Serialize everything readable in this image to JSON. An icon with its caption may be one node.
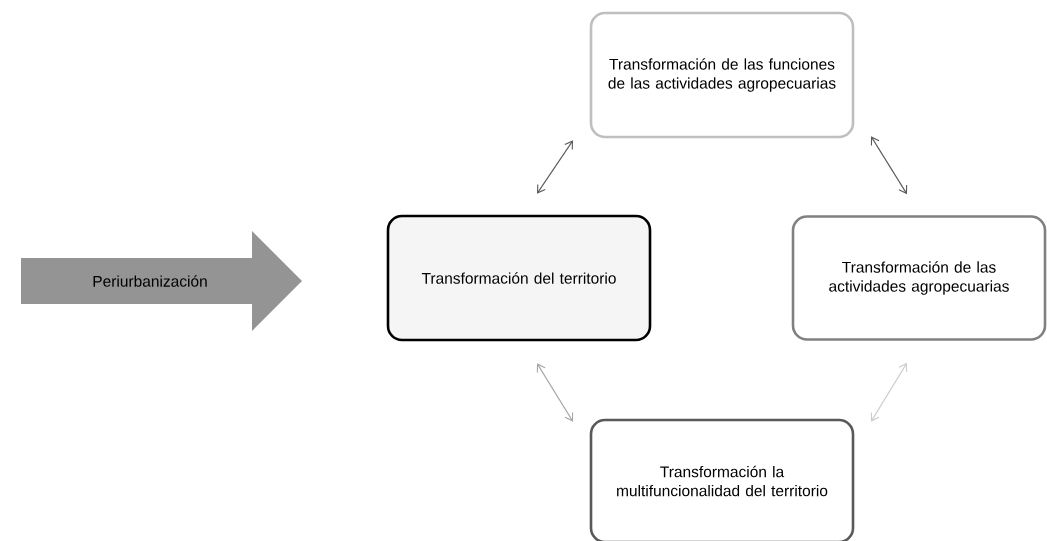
{
  "diagram": {
    "nodes": [
      {
        "text": [
          "Periurbanización"
        ]
      },
      {
        "text": [
          "Transformación del territorio"
        ]
      },
      {
        "text": [
          "Transformación de las funciones de las actividades agropecuarias"
        ]
      },
      {
        "text": [
          "Transformación de las actividades agropecuarias"
        ]
      },
      {
        "text": [
          "Transformación la multifuncionalidad del territorio"
        ]
      }
    ],
    "edges": [
      {
        "from": 1,
        "to": 2,
        "arrow": "both",
        "color": "#595959"
      },
      {
        "from": 2,
        "to": 3,
        "arrow": "both",
        "color": "#595959"
      },
      {
        "from": 1,
        "to": 4,
        "arrow": "both",
        "color": "#a6a6a6"
      },
      {
        "from": 4,
        "to": 3,
        "arrow": "both",
        "color": "#cccccc"
      }
    ]
  }
}
